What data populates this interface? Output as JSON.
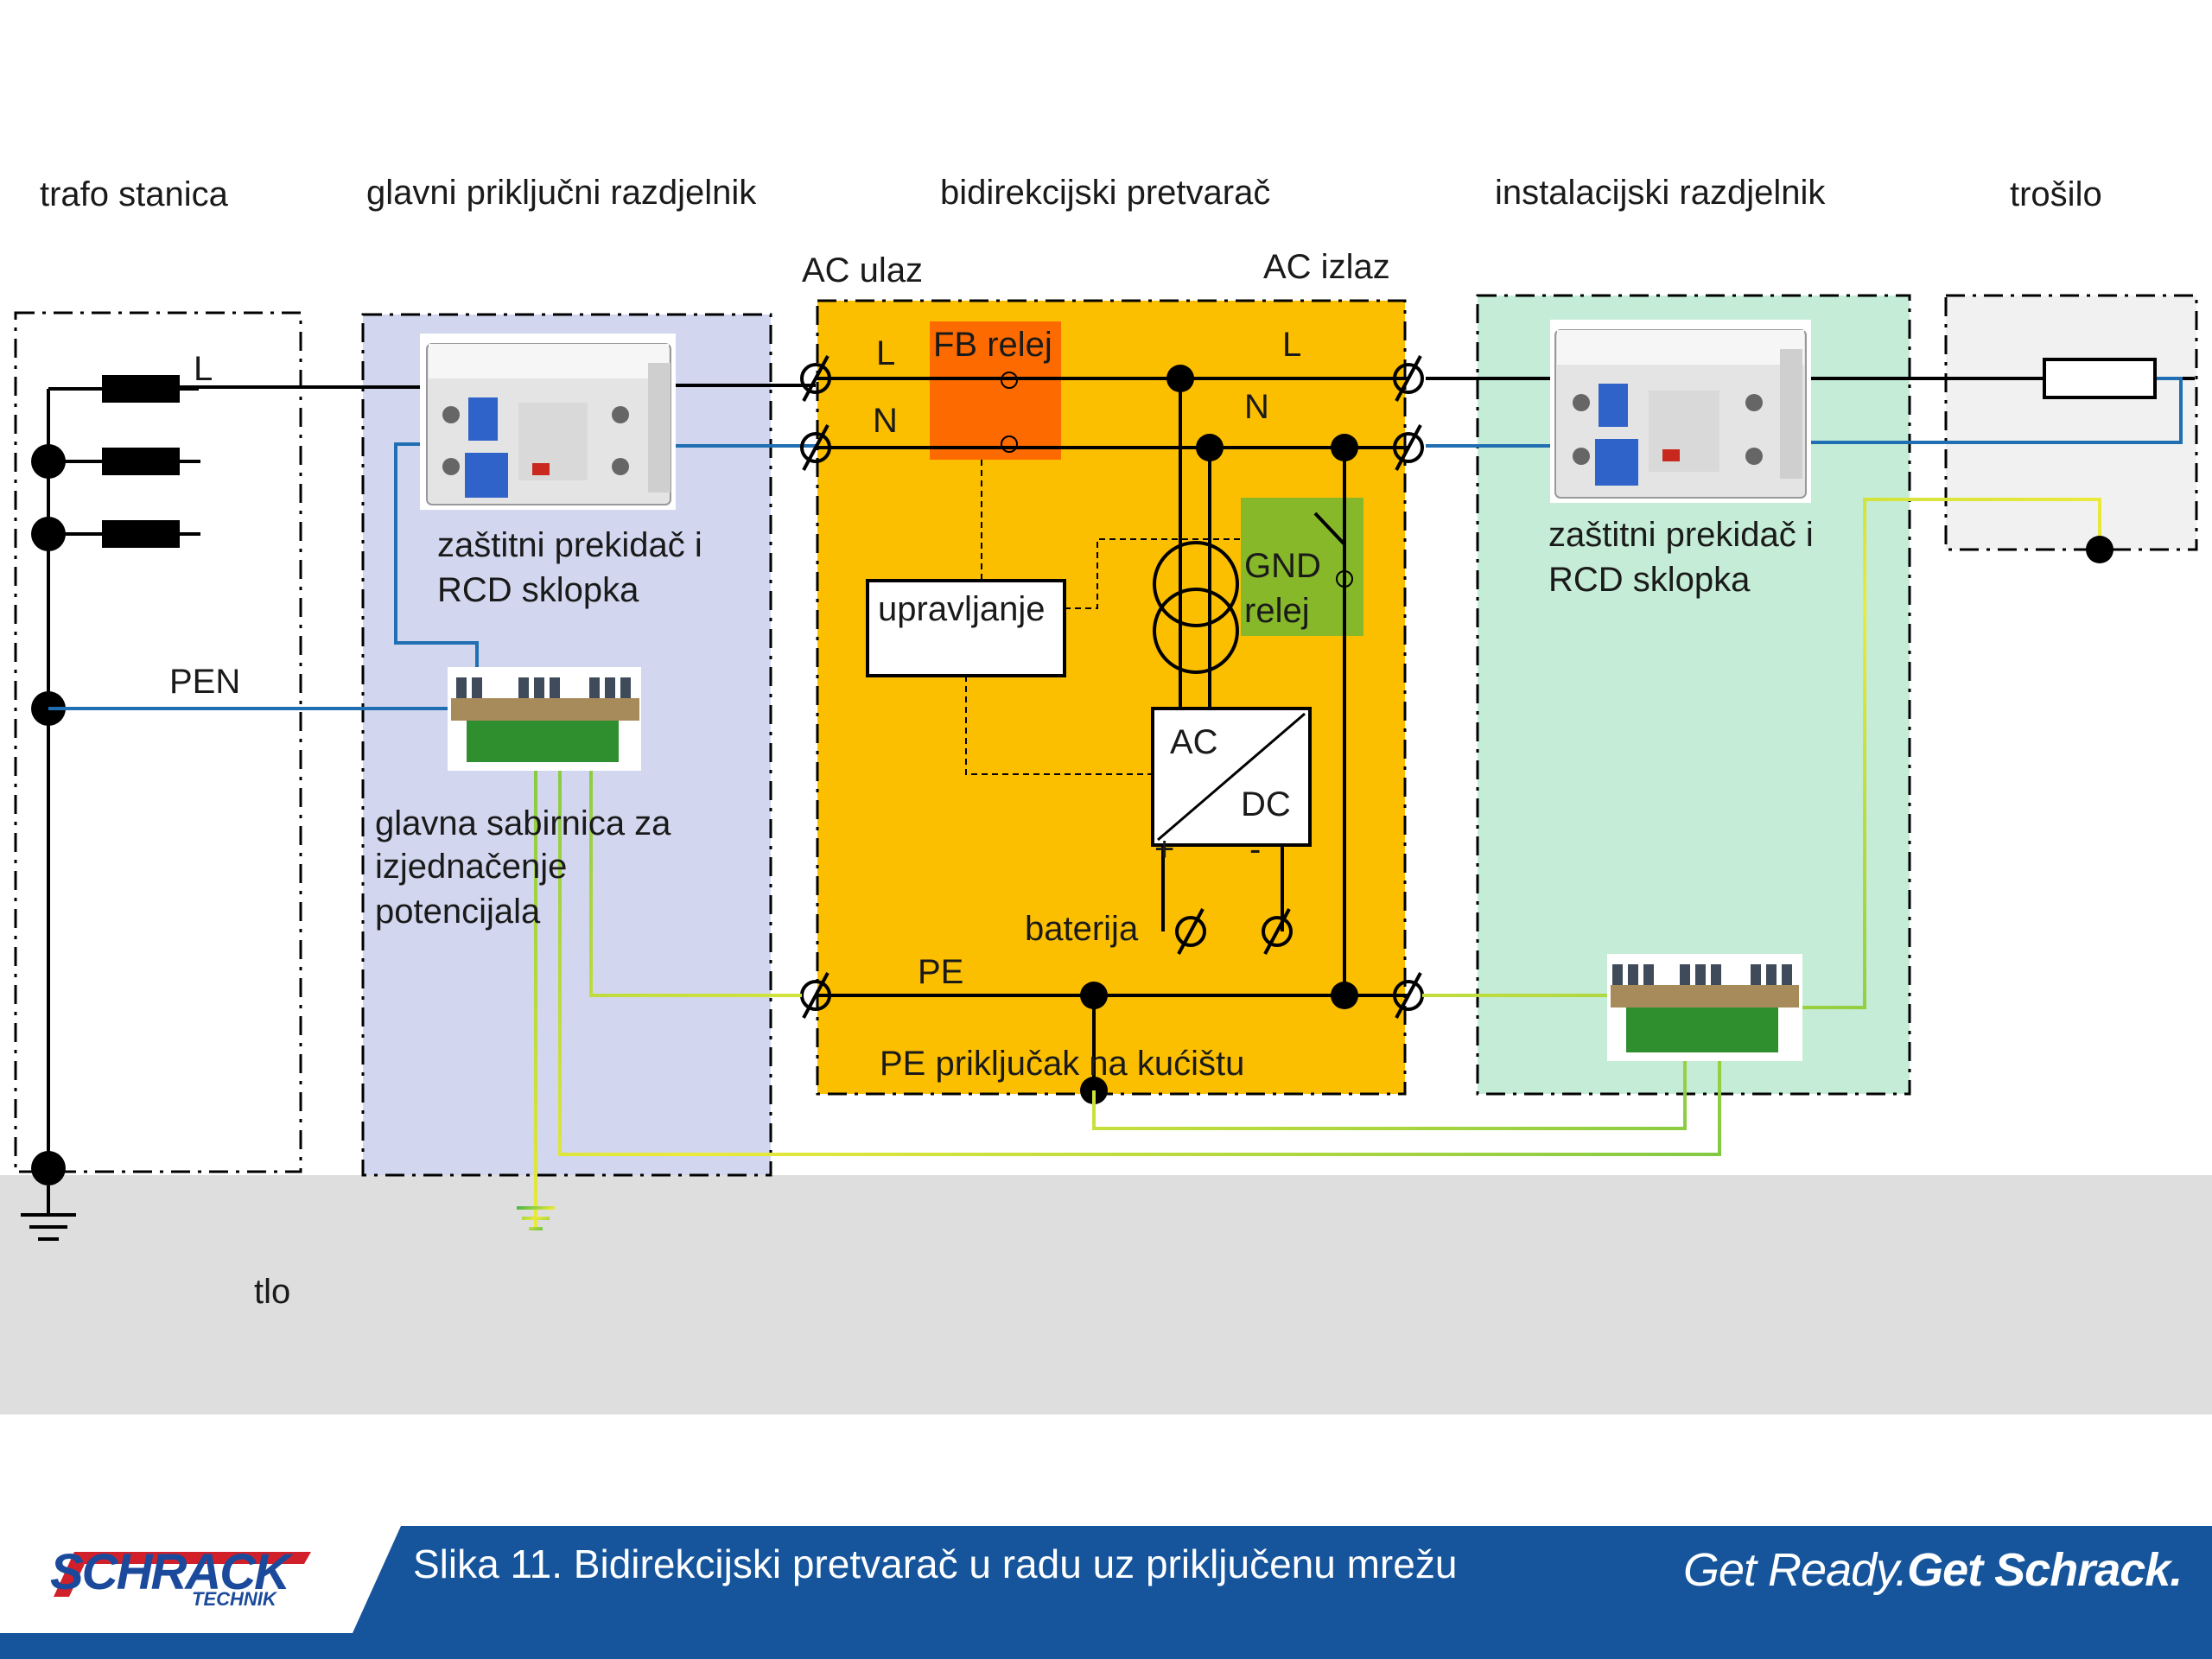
{
  "sections": {
    "trafo": "trafo stanica",
    "main_panel": "glavni priključni razdjelnik",
    "inverter": "bidirekcijski pretvarač",
    "install_panel": "instalacijski razdjelnik",
    "load": "trošilo"
  },
  "labels": {
    "L": "L",
    "N": "N",
    "PEN": "PEN",
    "PE": "PE",
    "ac_in": "AC ulaz",
    "ac_out": "AC izlaz",
    "fb_relay": "FB relej",
    "gnd_relay_1": "GND",
    "gnd_relay_2": "relej",
    "control": "upravljanje",
    "ac": "AC",
    "dc": "DC",
    "plus": "+",
    "minus": "-",
    "battery": "baterija",
    "pe_housing": "PE priključak na kućištu",
    "breaker_1": "zaštitni prekidač i",
    "breaker_2": "RCD sklopka",
    "busbar_1": "glavna sabirnica za",
    "busbar_2": "izjednačenje",
    "busbar_3": "potencijala",
    "ground": "tlo"
  },
  "footer": {
    "caption": "Slika 11. Bidirekcijski pretvarač  u radu uz priključenu mrežu",
    "slogan_light": "Get Ready.",
    "slogan_bold": "Get Schrack.",
    "logo_main": "SCHRACK",
    "logo_sub": "TECHNIK"
  },
  "colors": {
    "main_panel_bg": "#d2d6ee",
    "inverter_bg": "#fcbf00",
    "fb_relay_bg": "#fc6a00",
    "gnd_relay_bg": "#86b82a",
    "install_panel_bg": "#c4ecd6",
    "load_bg": "#f1f1f1",
    "ground_bg": "#dedede",
    "footer_blue": "#16559b",
    "neutral_wire": "#1f6fb2",
    "logo_red": "#d2202a"
  }
}
